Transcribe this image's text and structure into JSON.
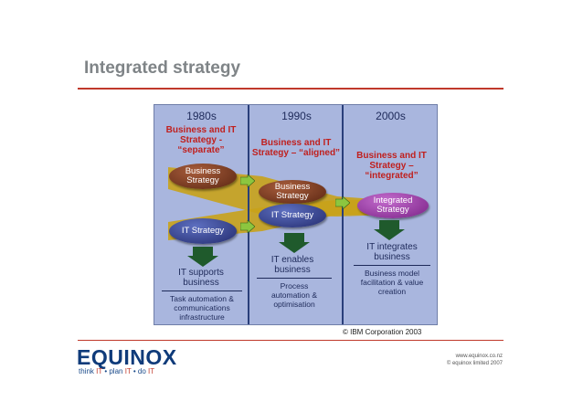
{
  "slide": {
    "title": "Integrated strategy"
  },
  "diagram": {
    "periods": [
      "1980s",
      "1990s",
      "2000s"
    ],
    "phases": [
      "Business and IT Strategy - “separate”",
      "Business and IT Strategy – “aligned”",
      "Business and IT Strategy – “integrated”"
    ],
    "ovals": {
      "business_1980": "Business Strategy",
      "it_1980": "IT Strategy",
      "business_1990": "Business Strategy",
      "it_1990": "IT Strategy",
      "integrated_2000": "Integrated Strategy"
    },
    "outcomes": [
      "IT supports business",
      "IT enables business",
      "IT integrates business"
    ],
    "details": [
      "Task automation & communications infrastructure",
      "Process automation & optimisation",
      "Business model facilitation & value creation"
    ],
    "copyright": "© IBM Corporation 2003",
    "colors": {
      "band": "#c8a21a",
      "arrow_green": "#8cc63f",
      "arrow_dark": "#1f5a2c"
    }
  },
  "footer": {
    "logo": "EQUINOX",
    "tagline": {
      "part1": "think ",
      "it1": "IT",
      "part2": " • plan ",
      "it2": "IT",
      "part3": " • do ",
      "it3": "IT"
    },
    "website": "www.equinox.co.nz",
    "company": "© equinox limited 2007"
  }
}
